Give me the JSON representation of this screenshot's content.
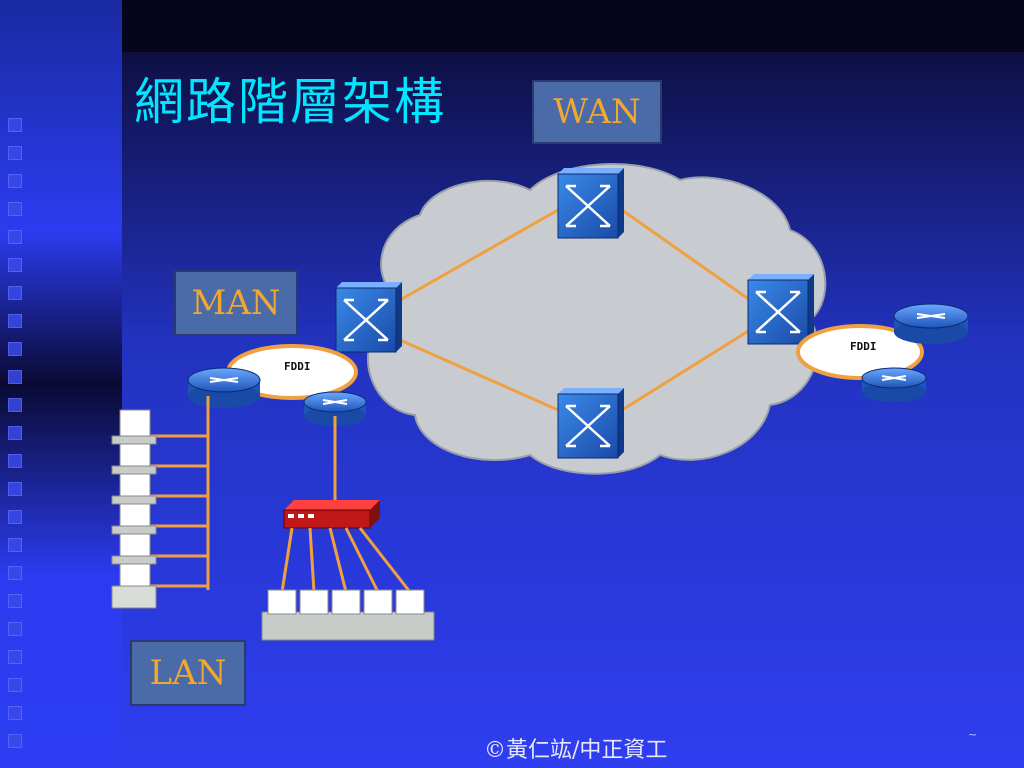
{
  "slide": {
    "title": "網路階層架構",
    "footer": "©黃仁竑/中正資工",
    "page_number": "~"
  },
  "network_labels": {
    "wan": "WAN",
    "man": "MAN",
    "lan": "LAN"
  },
  "fddi_rings": {
    "left": "FDDI",
    "right": "FDDI"
  },
  "colors": {
    "title": "#00e6ff",
    "label_text": "#f0a830",
    "label_bg": "#4a6aa8",
    "link": "#f0a040",
    "cloud": "#c8ccd0",
    "router": "#3a7ad8"
  }
}
